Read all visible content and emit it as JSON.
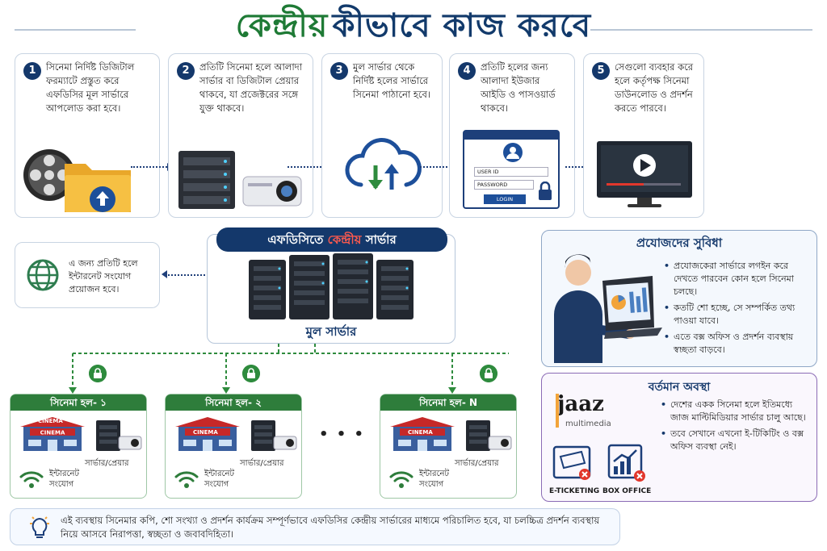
{
  "title": {
    "part1": "কেন্দ্রীয়",
    "part2": "কীভাবে কাজ করবে"
  },
  "steps": [
    {
      "num": "1",
      "text": "সিনেমা নির্দিষ্ট ডিজিটাল ফরম্যাটে প্রস্তুত করে এফডিসির মূল সার্ভারে আপলোড করা হবে।"
    },
    {
      "num": "2",
      "text": "প্রতিটি সিনেমা হলে আলাদা সার্ভার বা ডিজিটাল প্রেয়ার থাকবে, যা প্রজেক্টরের সঙ্গে যুক্ত থাকবে।"
    },
    {
      "num": "3",
      "text": "মুল সার্ভার থেকে নির্দিষ্ট হলের সার্ভারে সিনেমা পাঠানো হবে।"
    },
    {
      "num": "4",
      "text": "প্রতিটি হলের জন্য আলাদা ইউজার আইডি ও পাসওয়ার্ড থাকবে।"
    },
    {
      "num": "5",
      "text": "সেগুলো ব্যবহার করে হলে কর্তৃপক্ষ সিনেমা ডাউনলোড ও প্রদর্শন করতে পারবে।"
    }
  ],
  "login": {
    "user_id": "USER ID",
    "password": "PASSWORD",
    "button": "LOGIN"
  },
  "server": {
    "label_prefix": "এফডিসিতে ",
    "label_highlight": "কেন্দ্রীয়",
    "label_suffix": " সার্ভার",
    "main_label": "মুল সার্ভার"
  },
  "internet_note": "এ জন্য প্রতিটি হলে ইন্টারনেট সংযোগ প্রয়োজন হবে।",
  "halls": [
    {
      "header": "সিনেমা হল- ১",
      "cinema": "CINEMA",
      "server_caption": "সার্ভার/প্রেয়ার",
      "net_caption": "ইন্টারনেট সংযোগ"
    },
    {
      "header": "সিনেমা হল- ২",
      "cinema": "CINEMA",
      "server_caption": "সার্ভার/প্রেয়ার",
      "net_caption": "ইন্টারনেট সংযোগ"
    },
    {
      "header": "সিনেমা হল- N",
      "cinema": "CINEMA",
      "server_caption": "সার্ভার/প্রেয়ার",
      "net_caption": "ইন্টারনেট সংযোগ"
    }
  ],
  "ellipsis": "• • •",
  "benefits": {
    "title": "প্রযোজদের সুবিধা",
    "items": [
      "প্রযোজকেরা সার্ভারে লগইন করে দেখতে পারবেন কোন হলে সিনেমা চলছে।",
      "কতটি শো হচ্ছে, সে সম্পর্কিত তথ্য পাওয়া যাবে।",
      "এতে বক্স অফিস ও প্রদর্শন ব্যবস্থায় স্বচ্ছতা বাড়বে।"
    ]
  },
  "current": {
    "title": "বর্তমান অবস্থা",
    "logo_text": "jaaz",
    "logo_sub": "multimedia",
    "items": [
      "দেশের একক সিনেমা হলে ইতিমধ্যে জাজ মাল্টিমিডিয়ার সার্ভার চালু আছে।",
      "তবে সেখানে এখনো ই-টিকিটিং ও বক্স অফিস ব্যবস্থা নেই।"
    ],
    "badge1": "E-TICKETING",
    "badge2": "BOX OFFICE"
  },
  "footer": "এই ব্যবস্থায় সিনেমার কপি, শো সংখ্যা ও প্রদর্শন কার্যক্রম সম্পূর্ণভাবে এফডিসির কেন্দ্রীয় সার্ভারের মাধ্যমে পরিচালিত হবে, যা চলচ্চিত্র প্রদর্শন ব্যবস্থায় নিয়ে আসবে নিরাপত্তা, স্বচ্ছতা ও জবাবদিহিতা।",
  "colors": {
    "navy": "#14386b",
    "green": "#2e7d3b",
    "red": "#e2372c"
  }
}
